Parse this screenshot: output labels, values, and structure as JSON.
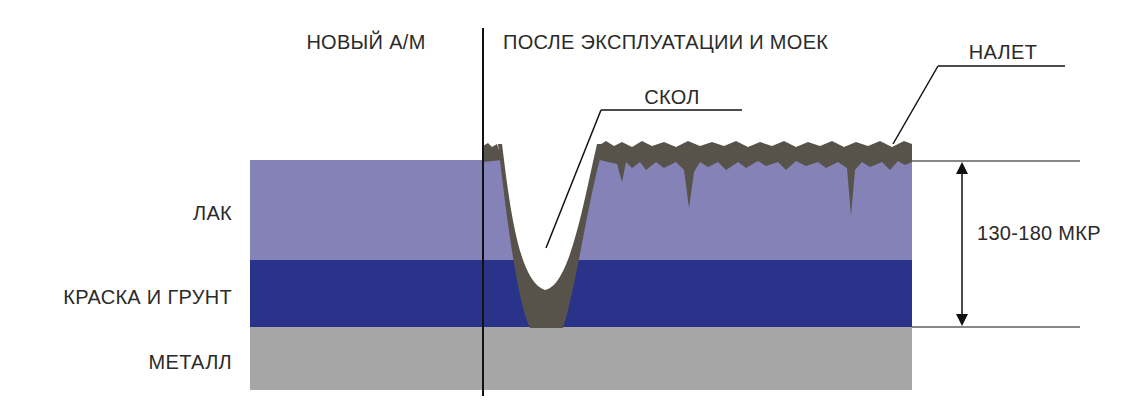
{
  "diagram": {
    "labels": [
      "НОВЫЙ А/М",
      "ПОСЛЕ ЭКСПЛУАТАЦИИ И МОЕК",
      "НАЛЕТ",
      "СКОЛ",
      "ЛАК",
      "КРАСКА И ГРУНТ",
      "МЕТАЛЛ",
      "130-180 МКР"
    ]
  }
}
